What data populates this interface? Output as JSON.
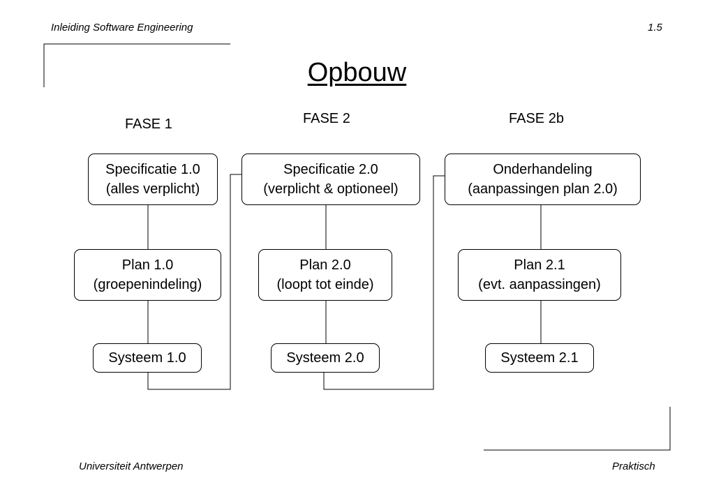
{
  "header": {
    "course": "Inleiding Software Engineering",
    "slide_number": "1.5"
  },
  "title": "Opbouw",
  "phases": [
    {
      "label": "FASE 1",
      "boxes": [
        {
          "line1": "Specificatie 1.0",
          "line2": "(alles verplicht)"
        },
        {
          "line1": "Plan 1.0",
          "line2": "(groepenindeling)"
        },
        {
          "line1": "Systeem 1.0"
        }
      ]
    },
    {
      "label": "FASE 2",
      "boxes": [
        {
          "line1": "Specificatie 2.0",
          "line2": "(verplicht & optioneel)"
        },
        {
          "line1": "Plan 2.0",
          "line2": "(loopt tot einde)"
        },
        {
          "line1": "Systeem 2.0"
        }
      ]
    },
    {
      "label": "FASE 2b",
      "boxes": [
        {
          "line1": "Onderhandeling",
          "line2": "(aanpassingen plan 2.0)"
        },
        {
          "line1": "Plan 2.1",
          "line2": "(evt. aanpassingen)"
        },
        {
          "line1": "Systeem 2.1"
        }
      ]
    }
  ],
  "footer": {
    "university": "Universiteit Antwerpen",
    "section": "Praktisch"
  }
}
